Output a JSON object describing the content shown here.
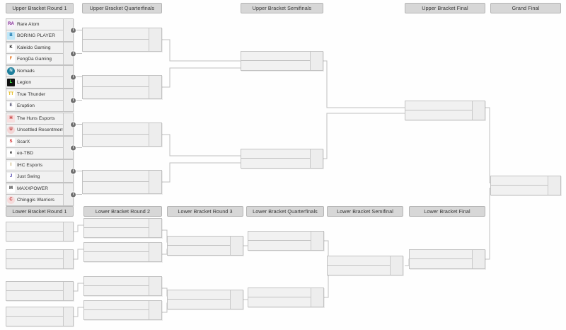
{
  "upper": {
    "headers": [
      {
        "label": "Upper Bracket Round 1"
      },
      {
        "label": "Upper Bracket Quarterfinals"
      },
      {
        "label": "Upper Bracket Semifinals"
      },
      {
        "label": "Upper Bracket Final"
      },
      {
        "label": "Grand Final"
      }
    ],
    "round1": [
      {
        "top": {
          "name": "Rare Atom",
          "logo": "rare-atom-logo",
          "abbr": "RA",
          "color": "#7b1f8f",
          "bg": "#f6f0f8",
          "score": ""
        },
        "bottom": {
          "name": "BORING PLAYER",
          "logo": "boring-player-logo",
          "abbr": "B",
          "color": "#0b6ea8",
          "bg": "#bfe6f7",
          "score": ""
        },
        "info": "i"
      },
      {
        "top": {
          "name": "Kaleido Gaming",
          "logo": "kaleido-gaming-logo",
          "abbr": "K",
          "color": "#1c1c1c",
          "bg": "#ffffff",
          "score": ""
        },
        "bottom": {
          "name": "FengDa Gaming",
          "logo": "fengda-gaming-logo",
          "abbr": "F",
          "color": "#e8701a",
          "bg": "#ffffff",
          "score": ""
        },
        "info": "i"
      },
      {
        "top": {
          "name": "Nomads",
          "logo": "nomads-logo",
          "abbr": "N",
          "color": "#14607a",
          "bg": "#1d7f9c",
          "score": ""
        },
        "bottom": {
          "name": "Legion",
          "logo": "legion-logo",
          "abbr": "L",
          "color": "#3ef24a",
          "bg": "#111111",
          "score": ""
        },
        "info": "i"
      },
      {
        "top": {
          "name": "True Thunder",
          "logo": "true-thunder-logo",
          "abbr": "TT",
          "color": "#e0b100",
          "bg": "#ffffff",
          "score": ""
        },
        "bottom": {
          "name": "Eruption",
          "logo": "eruption-logo",
          "abbr": "E",
          "color": "#4a4a6a",
          "bg": "#ffffff",
          "score": ""
        },
        "info": "i"
      },
      {
        "top": {
          "name": "The Huns Esports",
          "logo": "the-huns-esports-logo",
          "abbr": "H",
          "color": "#c02424",
          "bg": "#f7dede",
          "score": ""
        },
        "bottom": {
          "name": "Unsettled Resentment",
          "logo": "unsettled-resentment-logo",
          "abbr": "U",
          "color": "#b42020",
          "bg": "#f3d6d6",
          "score": ""
        },
        "info": "i"
      },
      {
        "top": {
          "name": "ScarX",
          "logo": "scarx-logo",
          "abbr": "S",
          "color": "#d32020",
          "bg": "#ffffff",
          "score": ""
        },
        "bottom": {
          "name": "eo-TBD",
          "logo": "eo-tbd-logo",
          "abbr": "e",
          "color": "#262626",
          "bg": "#ffffff",
          "score": ""
        },
        "info": "i"
      },
      {
        "top": {
          "name": "IHC Esports",
          "logo": "ihc-esports-logo",
          "abbr": "I",
          "color": "#b08f3a",
          "bg": "#ffffff",
          "score": ""
        },
        "bottom": {
          "name": "Just Swing",
          "logo": "just-swing-logo",
          "abbr": "J",
          "color": "#4338a8",
          "bg": "#ffffff",
          "score": ""
        },
        "info": "i"
      },
      {
        "top": {
          "name": "MAXXPOWER",
          "logo": "maxxpower-logo",
          "abbr": "M",
          "color": "#242424",
          "bg": "#ffffff",
          "score": ""
        },
        "bottom": {
          "name": "Chinggis Warriors",
          "logo": "chinggis-warriors-logo",
          "abbr": "C",
          "color": "#c03030",
          "bg": "#f6dcdc",
          "score": ""
        },
        "info": "i"
      }
    ],
    "quarterfinals": [
      {
        "top": {
          "name": "",
          "score": ""
        },
        "bottom": {
          "name": "",
          "score": ""
        }
      },
      {
        "top": {
          "name": "",
          "score": ""
        },
        "bottom": {
          "name": "",
          "score": ""
        }
      },
      {
        "top": {
          "name": "",
          "score": ""
        },
        "bottom": {
          "name": "",
          "score": ""
        }
      },
      {
        "top": {
          "name": "",
          "score": ""
        },
        "bottom": {
          "name": "",
          "score": ""
        }
      }
    ],
    "semifinals": [
      {
        "top": {
          "name": "",
          "score": ""
        },
        "bottom": {
          "name": "",
          "score": ""
        }
      },
      {
        "top": {
          "name": "",
          "score": ""
        },
        "bottom": {
          "name": "",
          "score": ""
        }
      }
    ],
    "final": [
      {
        "top": {
          "name": "",
          "score": ""
        },
        "bottom": {
          "name": "",
          "score": ""
        }
      }
    ],
    "grand_final": [
      {
        "top": {
          "name": "",
          "score": ""
        },
        "bottom": {
          "name": "",
          "score": ""
        }
      }
    ]
  },
  "lower": {
    "headers": [
      {
        "label": "Lower Bracket Round 1"
      },
      {
        "label": "Lower Bracket Round 2"
      },
      {
        "label": "Lower Bracket Round 3"
      },
      {
        "label": "Lower Bracket Quarterfinals"
      },
      {
        "label": "Lower Bracket Semifinal"
      },
      {
        "label": "Lower Bracket Final"
      }
    ],
    "round1": [
      {
        "top": {
          "name": "",
          "score": ""
        },
        "bottom": {
          "name": "",
          "score": ""
        }
      },
      {
        "top": {
          "name": "",
          "score": ""
        },
        "bottom": {
          "name": "",
          "score": ""
        }
      },
      {
        "top": {
          "name": "",
          "score": ""
        },
        "bottom": {
          "name": "",
          "score": ""
        }
      },
      {
        "top": {
          "name": "",
          "score": ""
        },
        "bottom": {
          "name": "",
          "score": ""
        }
      }
    ],
    "round2": [
      {
        "top": {
          "name": "",
          "score": ""
        },
        "bottom": {
          "name": "",
          "score": ""
        }
      },
      {
        "top": {
          "name": "",
          "score": ""
        },
        "bottom": {
          "name": "",
          "score": ""
        }
      },
      {
        "top": {
          "name": "",
          "score": ""
        },
        "bottom": {
          "name": "",
          "score": ""
        }
      },
      {
        "top": {
          "name": "",
          "score": ""
        },
        "bottom": {
          "name": "",
          "score": ""
        }
      }
    ],
    "round3": [
      {
        "top": {
          "name": "",
          "score": ""
        },
        "bottom": {
          "name": "",
          "score": ""
        }
      },
      {
        "top": {
          "name": "",
          "score": ""
        },
        "bottom": {
          "name": "",
          "score": ""
        }
      }
    ],
    "quarterfinals": [
      {
        "top": {
          "name": "",
          "score": ""
        },
        "bottom": {
          "name": "",
          "score": ""
        }
      },
      {
        "top": {
          "name": "",
          "score": ""
        },
        "bottom": {
          "name": "",
          "score": ""
        }
      }
    ],
    "semifinal": [
      {
        "top": {
          "name": "",
          "score": ""
        },
        "bottom": {
          "name": "",
          "score": ""
        }
      }
    ],
    "final": [
      {
        "top": {
          "name": "",
          "score": ""
        },
        "bottom": {
          "name": "",
          "score": ""
        }
      }
    ]
  },
  "style": {
    "header_bg": "#d7d7d7",
    "header_border": "#b4b4b4",
    "match_bg": "#f1f1f1",
    "match_border": "#c2c2c2",
    "score_bg": "#ededed",
    "line_color": "#c0c0c0",
    "info_bg": "#6f6f6f",
    "page_bg": "#fefefe"
  }
}
